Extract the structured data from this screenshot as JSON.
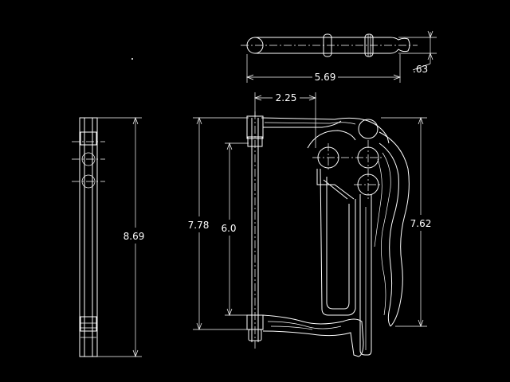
{
  "dimensions": {
    "top_length": "5.69",
    "top_height": ".63",
    "jaw_width": "2.25",
    "overall_height": "7.78",
    "jaw_depth": "6.0",
    "handle_height": "7.62",
    "side_height": "8.69"
  },
  "colors": {
    "background": "#000000",
    "lines": "#ffffff"
  }
}
